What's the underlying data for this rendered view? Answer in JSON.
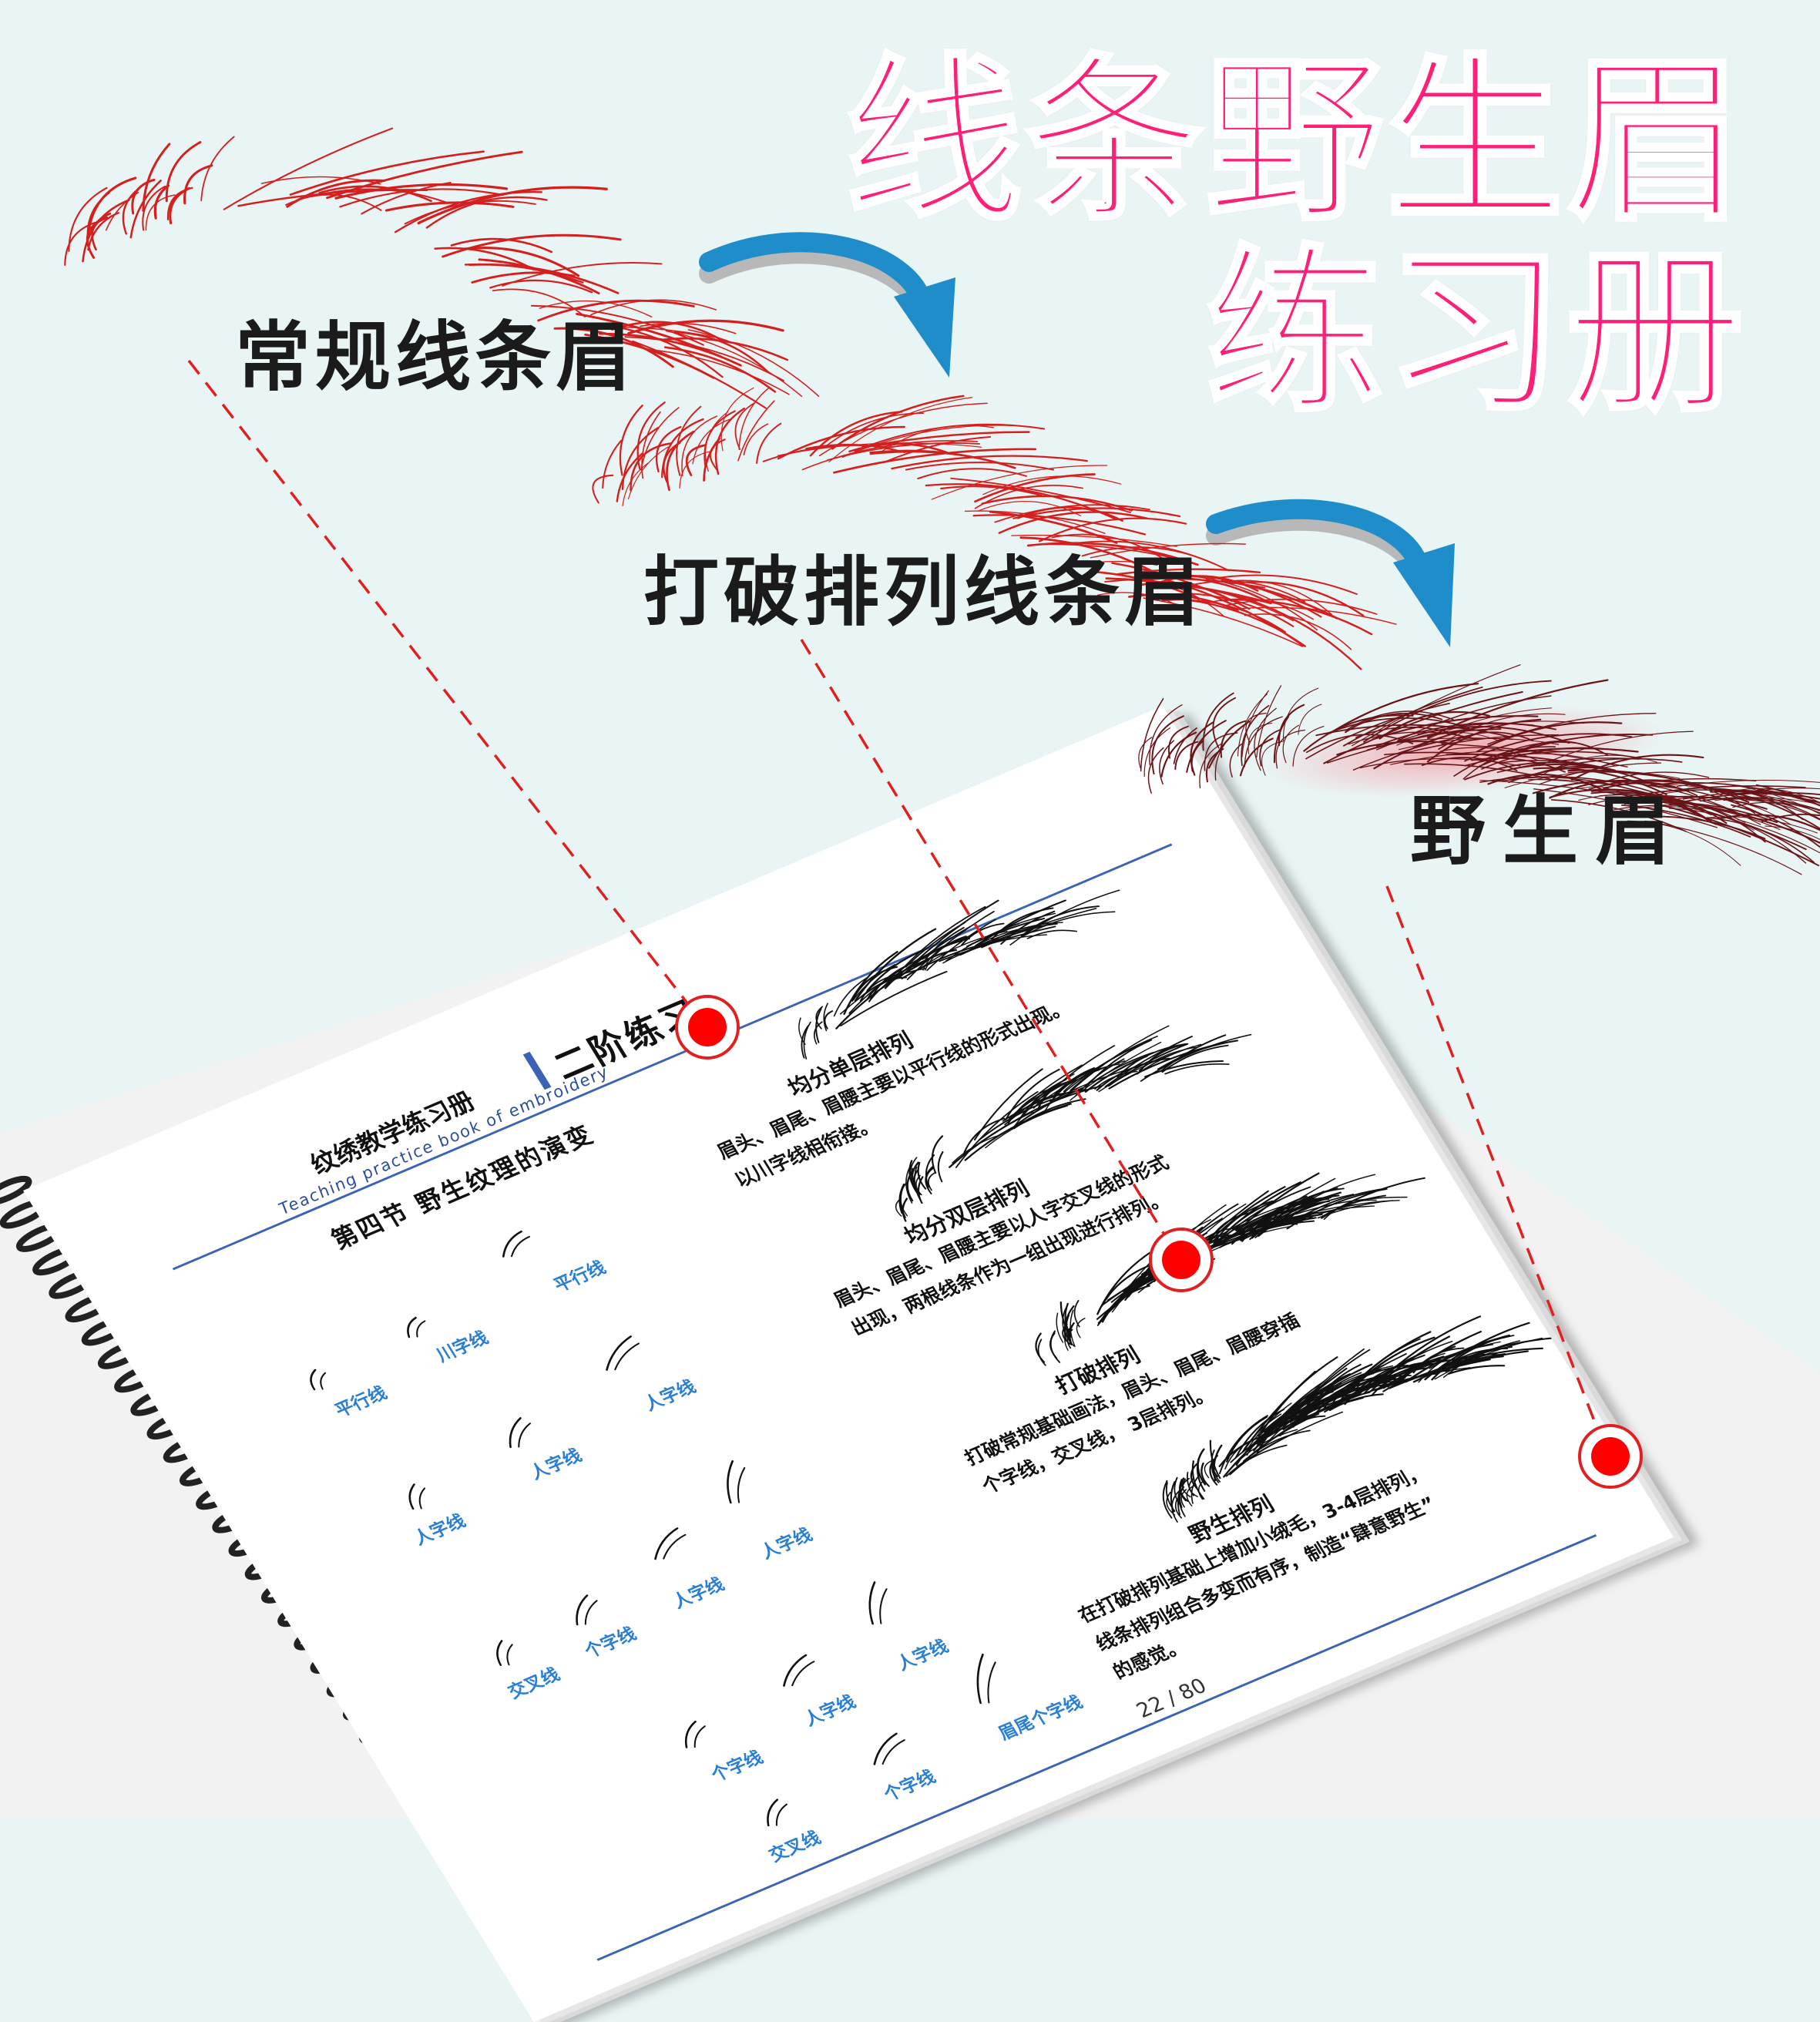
{
  "title": {
    "line1": "线条野生眉",
    "line2": "练习册"
  },
  "steps": {
    "normal": "常规线条眉",
    "broken": "打破排列线条眉",
    "wild": "野生眉"
  },
  "colors": {
    "title_pink": "#ff1e78",
    "arrow_blue": "#1f8dc9",
    "brow_red": "#d51f1f",
    "dashed_red": "#e02020",
    "rule_blue": "#3a62b5",
    "label_blue": "#2a7fd4"
  },
  "book": {
    "title": "纹绣教学练习册",
    "subtitle": "Teaching practice book of embroidery",
    "stage": "二阶练习",
    "section": "第四节 野生纹理的演变",
    "page_number": "22 / 80",
    "items": [
      {
        "title": "均分单层排列",
        "desc": [
          "眉头、眉尾、眉腰主要以平行线的形式出现。",
          "以川字线相衔接。"
        ]
      },
      {
        "title": "均分双层排列",
        "desc": [
          "眉头、眉尾、眉腰主要以人字交叉线的形式",
          "出现，两根线条作为一组出现进行排列。"
        ]
      },
      {
        "title": "打破排列",
        "desc": [
          "打破常规基础画法，眉头、眉尾、眉腰穿插",
          "个字线，交叉线， 3层排列。"
        ]
      },
      {
        "title": "野生排列",
        "desc": [
          "在打破排列基础上增加小绒毛，3-4层排列，",
          "线条排列组合多变而有序，制造“肆意野生”",
          "的感觉。"
        ]
      }
    ],
    "line_types": {
      "row1": [
        "平行线",
        "川字线",
        "平行线"
      ],
      "row2": [
        "人字线",
        "人字线",
        "人字线"
      ],
      "row3": [
        "交叉线",
        "个字线",
        "人字线",
        "人字线"
      ],
      "row4": [
        "个字线",
        "人字线",
        "人字线"
      ],
      "row5": [
        "交叉线",
        "个字线",
        "眉尾个字线"
      ]
    }
  }
}
